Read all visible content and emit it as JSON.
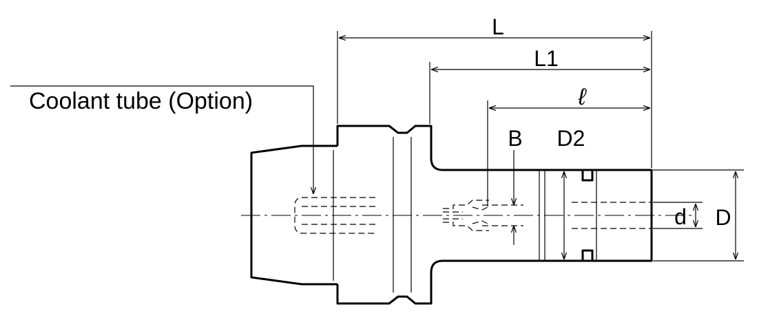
{
  "labels": {
    "coolant": "Coolant tube (Option)",
    "L": "L",
    "L1": "L1",
    "l": "ℓ",
    "B": "B",
    "D2": "D2",
    "d": "d",
    "D": "D"
  },
  "colors": {
    "ink": "#000000",
    "paper": "#ffffff"
  }
}
